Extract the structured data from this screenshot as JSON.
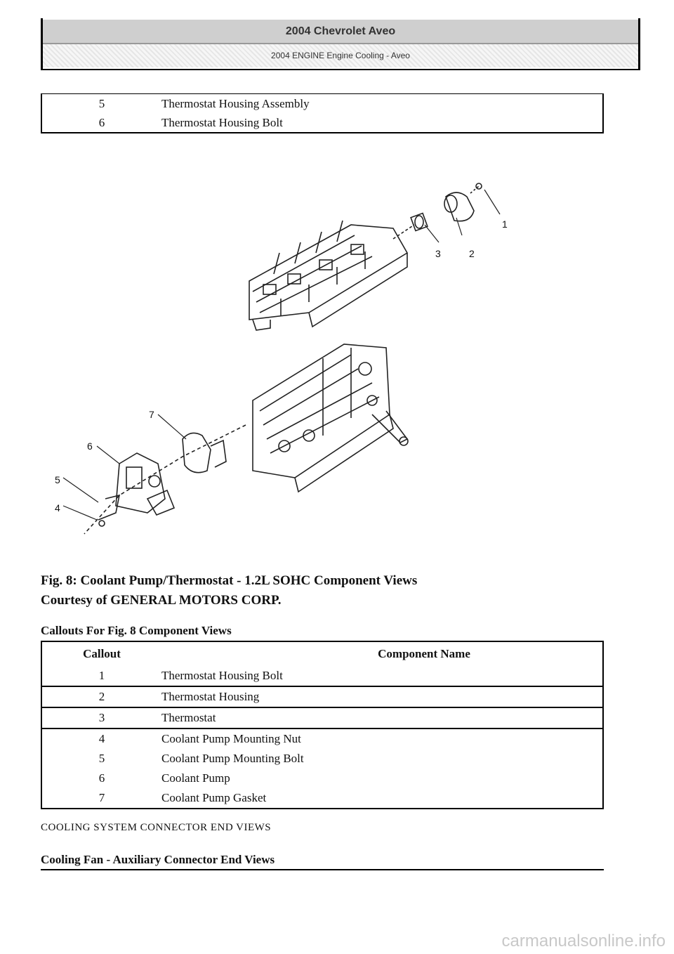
{
  "header": {
    "title": "2004 Chevrolet Aveo",
    "subtitle": "2004 ENGINE Engine Cooling - Aveo"
  },
  "continued_table": {
    "rows": [
      {
        "callout": "5",
        "name": "Thermostat Housing Assembly"
      },
      {
        "callout": "6",
        "name": "Thermostat Housing Bolt"
      }
    ]
  },
  "figure": {
    "caption": "Fig. 8: Coolant Pump/Thermostat - 1.2L SOHC Component Views",
    "courtesy": "Courtesy of GENERAL MOTORS CORP.",
    "callout_labels": [
      "1",
      "2",
      "3",
      "4",
      "5",
      "6",
      "7"
    ]
  },
  "callouts_table": {
    "title": "Callouts For Fig. 8 Component Views",
    "headers": {
      "callout": "Callout",
      "component": "Component Name"
    },
    "rows": [
      {
        "callout": "1",
        "name": "Thermostat Housing Bolt"
      },
      {
        "callout": "2",
        "name": "Thermostat Housing"
      },
      {
        "callout": "3",
        "name": "Thermostat"
      },
      {
        "callout": "4",
        "name": "Coolant Pump Mounting Nut"
      },
      {
        "callout": "5",
        "name": "Coolant Pump Mounting Bolt"
      },
      {
        "callout": "6",
        "name": "Coolant Pump"
      },
      {
        "callout": "7",
        "name": "Coolant Pump Gasket"
      }
    ]
  },
  "section": {
    "heading": "COOLING SYSTEM CONNECTOR END VIEWS",
    "subheading": "Cooling Fan - Auxiliary Connector End Views"
  },
  "watermark": "carmanualsonline.info"
}
